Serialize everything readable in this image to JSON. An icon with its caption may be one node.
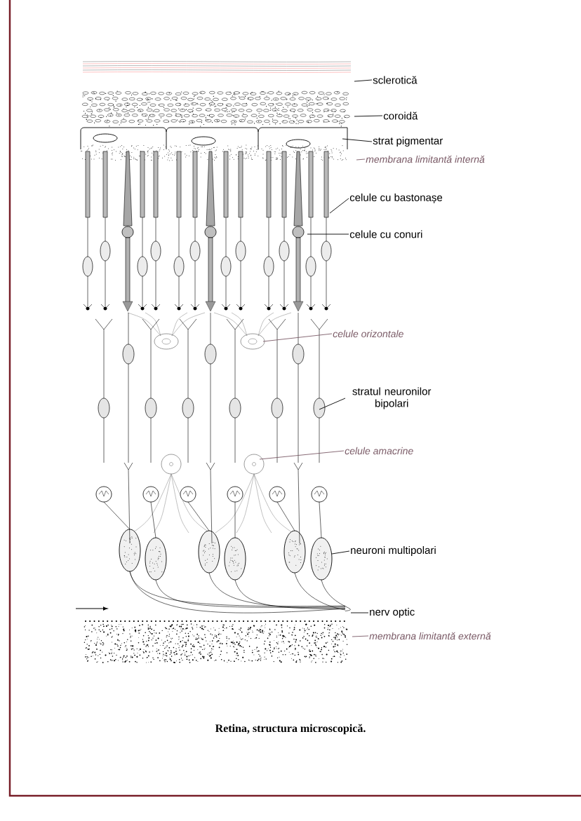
{
  "diagram": {
    "caption": "Retina, structura microscopică.",
    "nodes": [
      {
        "text": [
          "sclerotică"
        ]
      },
      {
        "text": [
          "coroidă"
        ]
      },
      {
        "text": [
          "strat pigmentar"
        ]
      },
      {
        "text": [
          "membrana limitantă internă"
        ]
      },
      {
        "text": [
          "celule cu bastonașe"
        ]
      },
      {
        "text": [
          "celule cu conuri"
        ]
      },
      {
        "text": [
          "celule orizontale"
        ]
      },
      {
        "text": [
          "stratul neuronilor bipolari"
        ]
      },
      {
        "text": [
          "celule amacrine"
        ]
      },
      {
        "text": [
          "neuroni multipolari"
        ]
      },
      {
        "text": [
          "nerv optic"
        ]
      },
      {
        "text": [
          "membrana limitantă externă"
        ]
      }
    ],
    "edges": [
      {
        "from": 0,
        "to": null,
        "arrow": "none"
      },
      {
        "from": 1,
        "to": null,
        "arrow": "none"
      },
      {
        "from": 2,
        "to": null,
        "arrow": "none"
      },
      {
        "from": 3,
        "to": null,
        "arrow": "none",
        "color": "#7a5a66"
      },
      {
        "from": 4,
        "to": null,
        "arrow": "none"
      },
      {
        "from": 5,
        "to": null,
        "arrow": "none"
      },
      {
        "from": 6,
        "to": null,
        "arrow": "none",
        "color": "#7a5a66"
      },
      {
        "from": 7,
        "to": null,
        "arrow": "none"
      },
      {
        "from": 8,
        "to": null,
        "arrow": "none",
        "color": "#7a5a66"
      },
      {
        "from": 9,
        "to": null,
        "arrow": "none"
      },
      {
        "from": 10,
        "to": null,
        "arrow": "none"
      },
      {
        "from": 11,
        "to": null,
        "arrow": "none",
        "color": "#7a5a66"
      }
    ]
  }
}
